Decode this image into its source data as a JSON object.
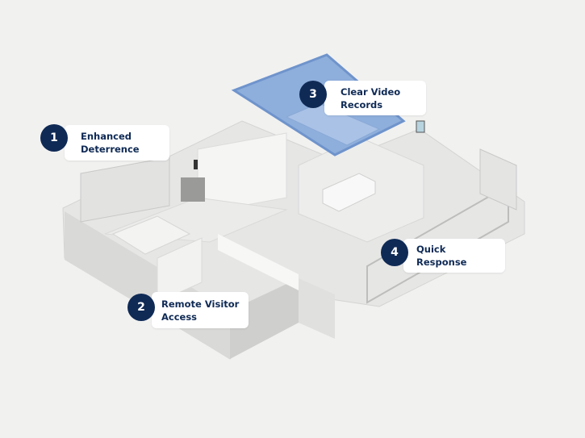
{
  "colors": {
    "navy": "#0f2a55",
    "garage_blue": "#7fa3d6",
    "background": "#f1f1f0"
  },
  "callouts": [
    {
      "number": "1",
      "line1": "Enhanced",
      "line2": "Deterrence"
    },
    {
      "number": "2",
      "line1": "Remote Visitor",
      "line2": "Access"
    },
    {
      "number": "3",
      "line1": "Clear Video",
      "line2": "Records"
    },
    {
      "number": "4",
      "line1": "Quick Response",
      "line2": ""
    }
  ]
}
